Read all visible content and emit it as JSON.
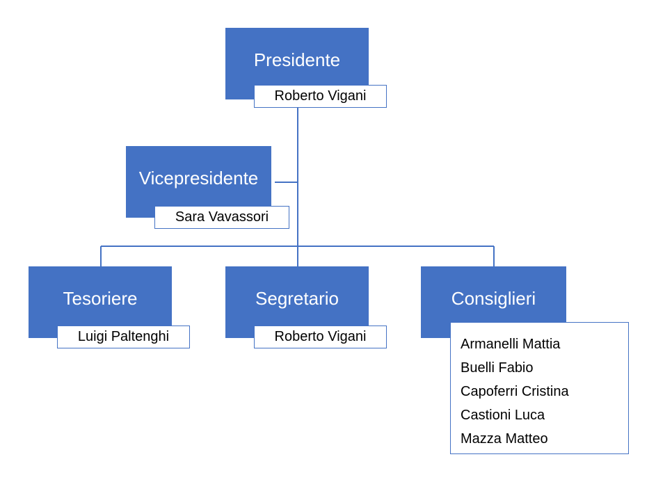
{
  "org_chart": {
    "president": {
      "role": "Presidente",
      "name": "Roberto Vigani"
    },
    "vice_president": {
      "role": "Vicepresidente",
      "name": "Sara Vavassori"
    },
    "treasurer": {
      "role": "Tesoriere",
      "name": "Luigi Paltenghi"
    },
    "secretary": {
      "role": "Segretario",
      "name": "Roberto Vigani"
    },
    "councillors": {
      "role": "Consiglieri",
      "members": [
        "Armanelli Mattia",
        "Buelli Fabio",
        "Capoferri Cristina",
        "Castioni Luca",
        "Mazza Matteo"
      ]
    }
  },
  "colors": {
    "box_fill": "#4472c4",
    "connector": "#4472c4",
    "role_text": "#ffffff",
    "name_text": "#000000"
  }
}
